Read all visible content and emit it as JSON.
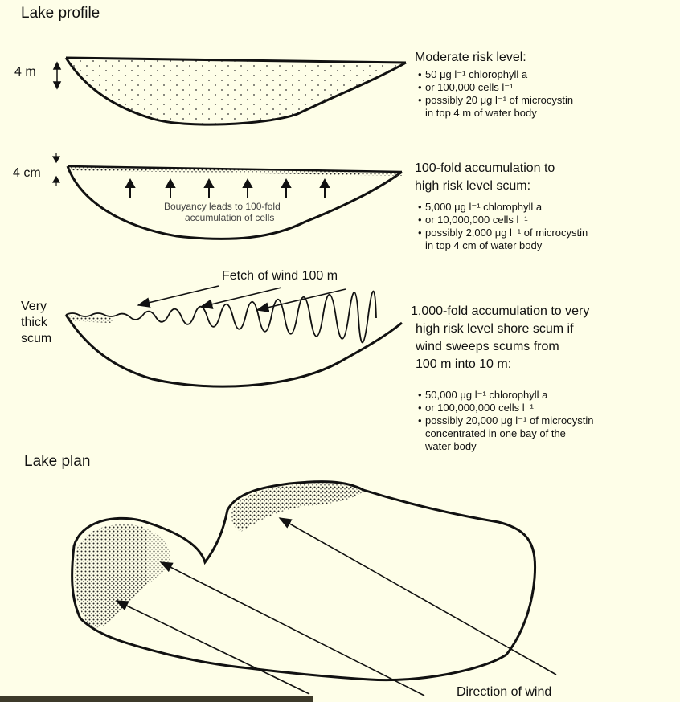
{
  "profile_heading": "Lake profile",
  "plan_heading": "Lake plan",
  "scenario1": {
    "depth_label": "4 m",
    "title": "Moderate risk level:",
    "bullets": [
      "50 μg l⁻¹ chlorophyll a",
      "or 100,000 cells l⁻¹",
      "possibly 20 μg l⁻¹ of microcystin"
    ],
    "bullet_cont": "in top 4 m of water body"
  },
  "scenario2": {
    "depth_label": "4 cm",
    "inner_line1": "Bouyancy leads to 100-fold",
    "inner_line2": "accumulation of cells",
    "title_line1": "100-fold accumulation to",
    "title_line2": "high risk level scum:",
    "bullets": [
      "5,000 μg l⁻¹ chlorophyll a",
      "or 10,000,000 cells l⁻¹",
      "possibly 2,000 μg l⁻¹ of microcystin"
    ],
    "bullet_cont": "in top 4 cm of water body"
  },
  "scenario3": {
    "wind_label": "Fetch of wind 100 m",
    "left_line1": "Very",
    "left_line2": "thick",
    "left_line3": "scum",
    "title_line1": "1,000-fold accumulation to very",
    "title_line2": "high risk level shore scum if",
    "title_line3": "wind sweeps scums from",
    "title_line4": "100 m into 10 m:",
    "bullets": [
      "50,000 μg l⁻¹ chlorophyll a",
      "or 100,000,000 cells l⁻¹",
      "possibly 20,000 μg l⁻¹ of microcystin"
    ],
    "bullet_cont1": "concentrated in one bay of the",
    "bullet_cont2": "water body"
  },
  "plan": {
    "direction_label": "Direction of wind"
  }
}
